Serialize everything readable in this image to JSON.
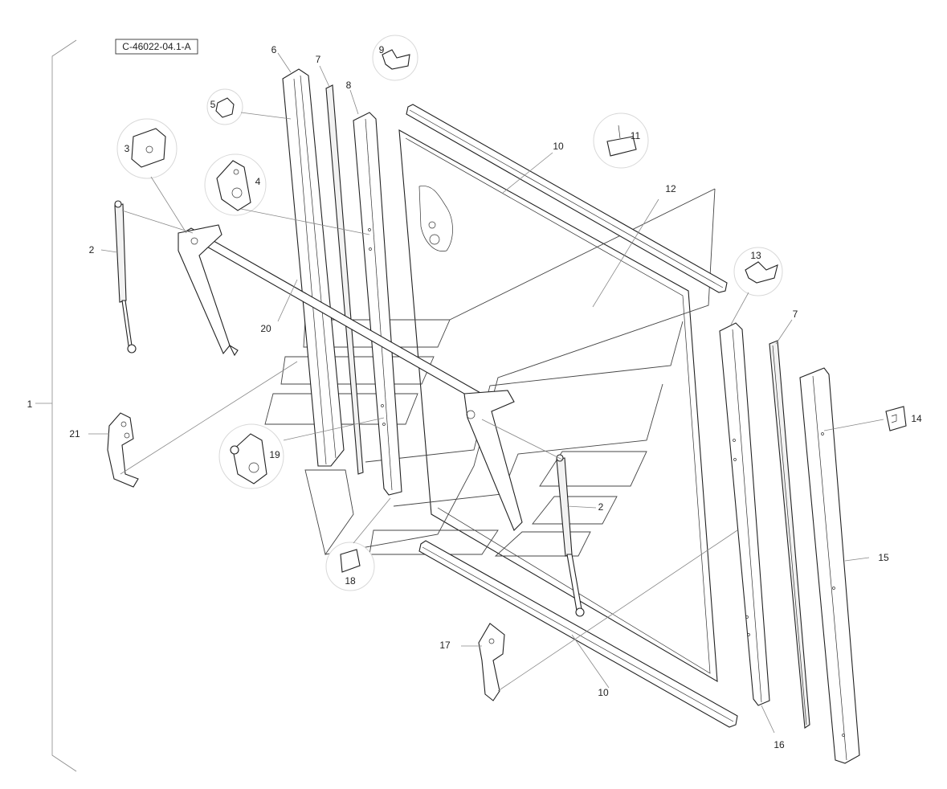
{
  "reference_code": "C-46022-04.1-A",
  "callouts": {
    "c1": "1",
    "c2a": "2",
    "c2b": "2",
    "c3": "3",
    "c4": "4",
    "c5": "5",
    "c6": "6",
    "c7a": "7",
    "c7b": "7",
    "c8": "8",
    "c9": "9",
    "c10a": "10",
    "c10b": "10",
    "c11": "11",
    "c12": "12",
    "c13": "13",
    "c14": "14",
    "c15": "15",
    "c16": "16",
    "c17": "17",
    "c18": "18",
    "c19": "19",
    "c20": "20",
    "c21": "21"
  }
}
